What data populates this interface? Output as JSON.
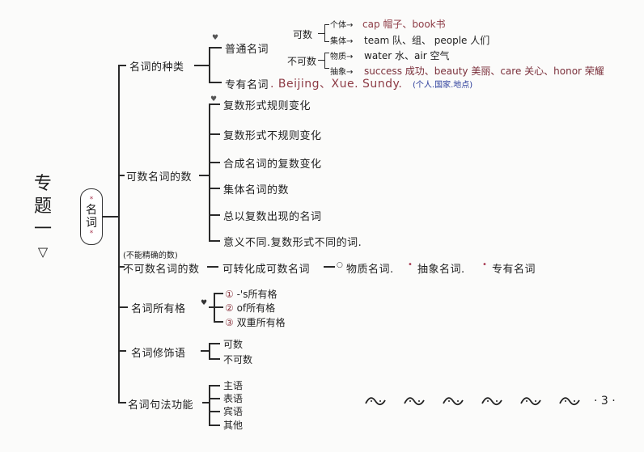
{
  "title": {
    "chars": [
      "专",
      "题",
      "一",
      "▽"
    ]
  },
  "root": {
    "label_chars": [
      "名",
      "词"
    ],
    "star": "*"
  },
  "branches": {
    "kinds": {
      "label": "名词的种类",
      "common": {
        "label": "普通名词",
        "countable": {
          "label": "可数",
          "individual": {
            "label": "个体→",
            "examples": "cap 帽子、book书"
          },
          "collective": {
            "label": "集体→",
            "examples": "team 队、组、 people 人们"
          }
        },
        "uncountable": {
          "label": "不可数",
          "material": {
            "label": "物质→",
            "examples": "water 水、air 空气"
          },
          "abstract": {
            "label": "抽象→",
            "examples": "success 成功、beauty 美丽、care 关心、honor 荣耀"
          }
        }
      },
      "proper": {
        "label": "专有名词",
        "examples": ". Beijing、Xue. Sundy.",
        "note": "(个人.国家.地点)"
      }
    },
    "countable_number": {
      "label": "可数名词的数",
      "items": [
        "复数形式规则变化",
        "复数形式不规则变化",
        "合成名词的复数变化",
        "集体名词的数",
        "总以复数出现的名词",
        "意义不同.复数形式不同的词."
      ]
    },
    "uncountable_number": {
      "note": "(不能精确的数)",
      "label": "不可数名词的数",
      "convert": "可转化成可数名词",
      "types": [
        "物质名词.",
        "抽象名词.",
        "专有名词"
      ]
    },
    "possessive": {
      "label": "名词所有格",
      "items": [
        {
          "num": "①",
          "text": "-'s所有格"
        },
        {
          "num": "②",
          "text": "of所有格"
        },
        {
          "num": "③",
          "text": "双重所有格"
        }
      ]
    },
    "modifier": {
      "label": "名词修饰语",
      "items": [
        "可数",
        "不可数"
      ]
    },
    "function": {
      "label": "名词句法功能",
      "items": [
        "主语",
        "表语",
        "宾语",
        "其他"
      ]
    }
  },
  "footer": {
    "page_number": "· 3 ·",
    "wave_count": 6
  },
  "colors": {
    "ink": "#1e1e1e",
    "example_red": "#8c3a44",
    "note_blue": "#2a3c9a",
    "star_pink": "#a83a52"
  }
}
